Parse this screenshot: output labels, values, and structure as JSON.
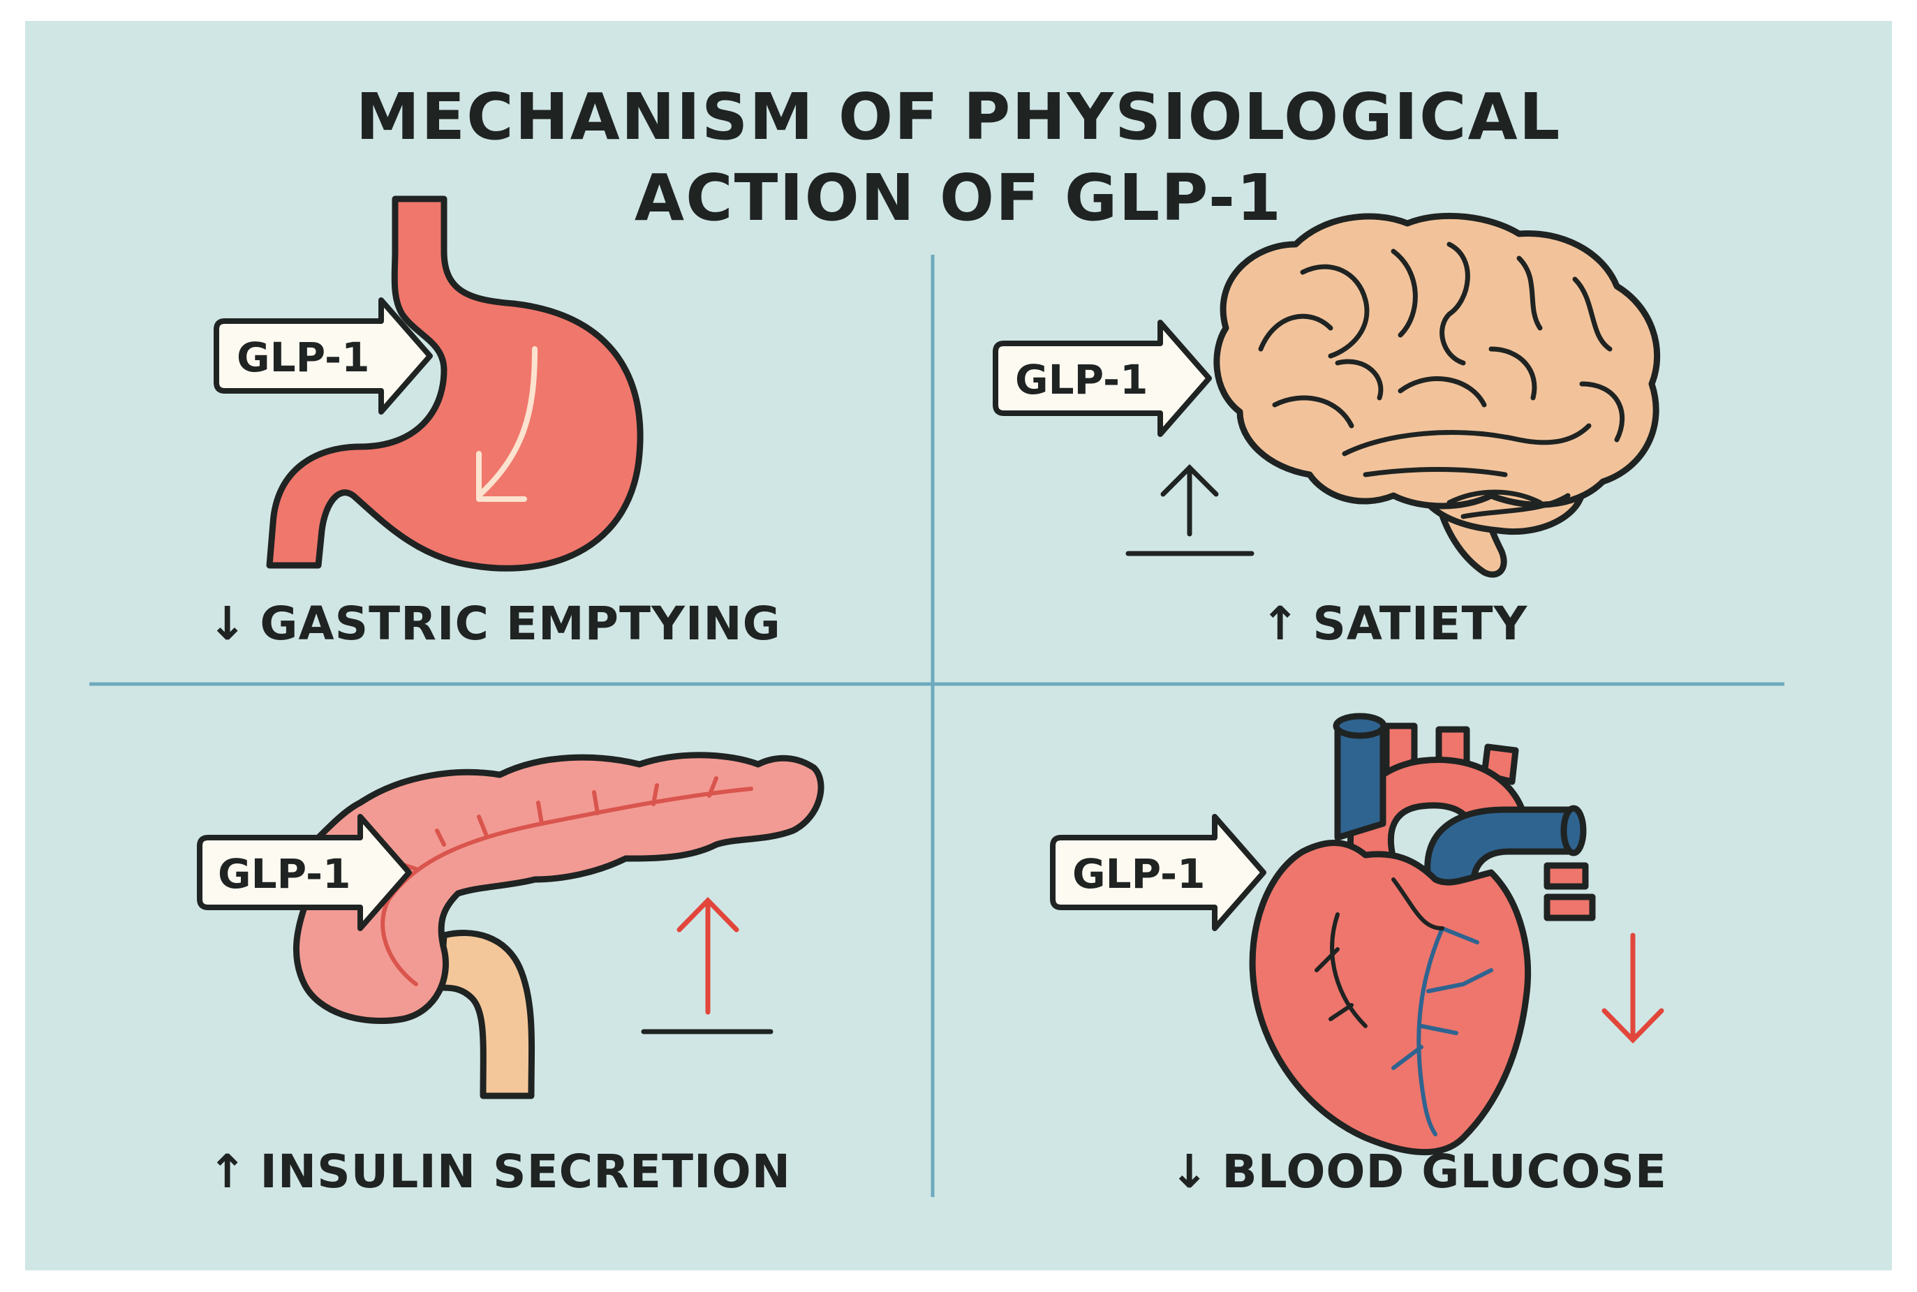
{
  "title": {
    "line1": "MECHANISM OF PHYSIOLOGICAL",
    "line2": "ACTION OF GLP-1"
  },
  "quadrants": [
    {
      "organ": "stomach",
      "tag": "GLP-1",
      "arrow": "↓",
      "effect": "GASTRIC EMPTYING"
    },
    {
      "organ": "brain",
      "tag": "GLP-1",
      "arrow": "↑",
      "effect": "SATIETY"
    },
    {
      "organ": "pancreas",
      "tag": "GLP-1",
      "arrow": "↑",
      "effect": "INSULIN SECRETION"
    },
    {
      "organ": "heart",
      "tag": "GLP-1",
      "arrow": "↓",
      "effect": "BLOOD GLUCOSE"
    }
  ],
  "colors": {
    "background": "#cfe6e5",
    "divider": "#6fa9bd",
    "outline": "#1f2322",
    "stomach": "#f0776c",
    "brain": "#f2c39b",
    "pancreas": "#f29b94",
    "duct": "#f4c79a",
    "heart": "#ee766c",
    "vessel_blue": "#2f6490",
    "accent_red": "#e2463b"
  }
}
